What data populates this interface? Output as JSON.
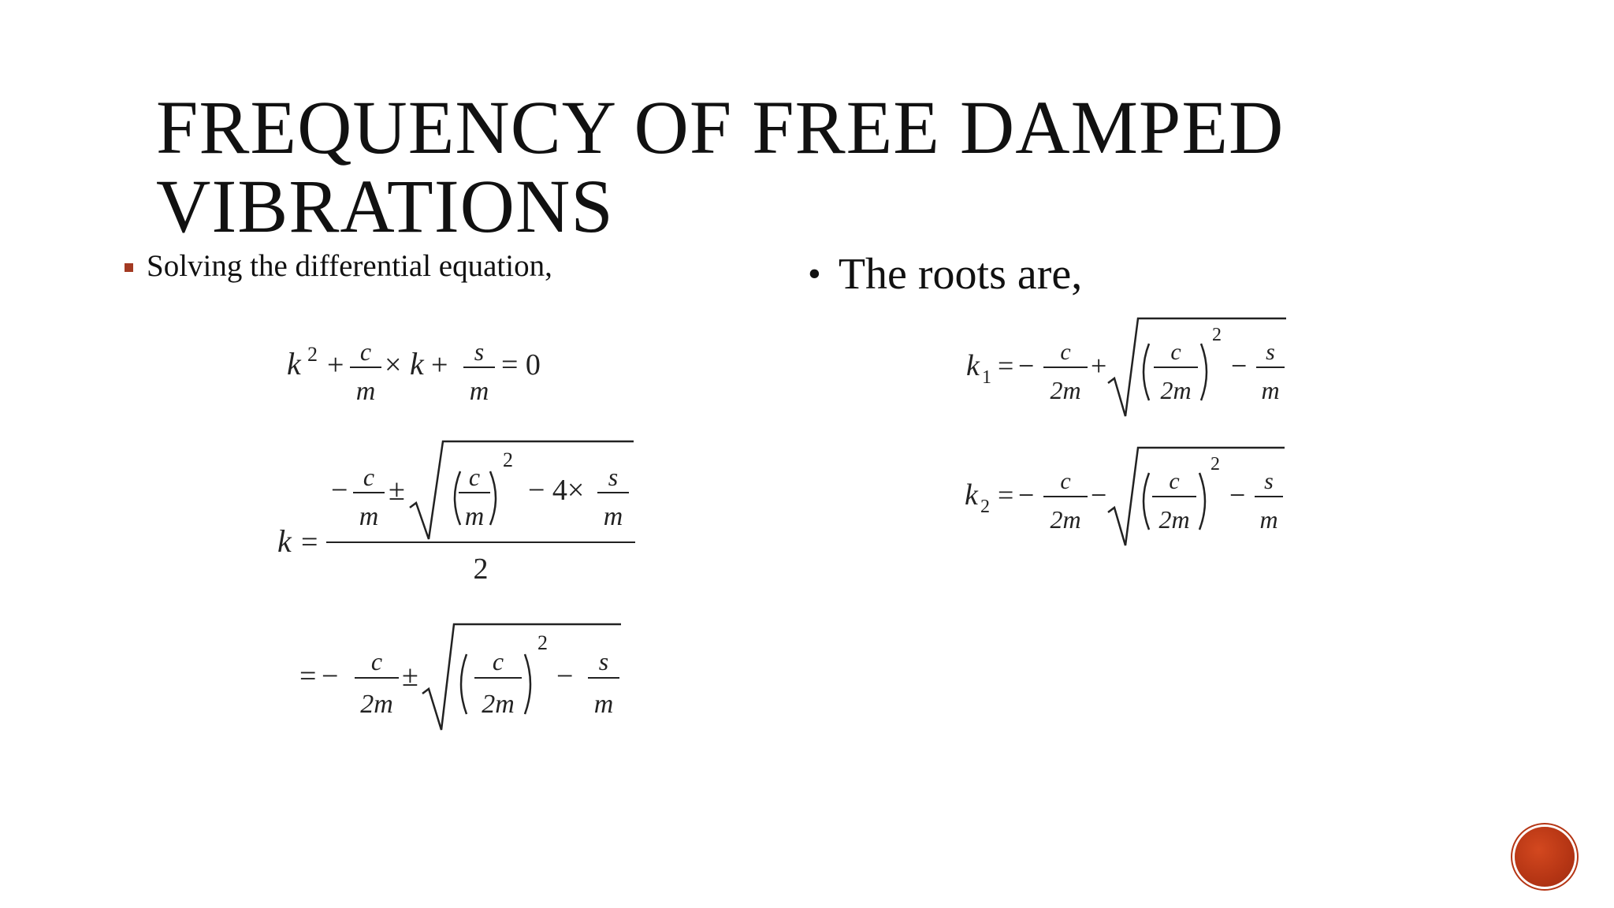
{
  "slide": {
    "title_line1": "FREQUENCY OF FREE DAMPED",
    "title_line2": "VIBRATIONS",
    "left_bullet": "Solving the differential equation,",
    "right_bullet": "The roots are,"
  },
  "equations": {
    "eq1": {
      "k": "k",
      "sq": "2",
      "plus": "+",
      "c": "c",
      "m": "m",
      "times": "×",
      "k2": "k",
      "plus2": "+",
      "s": "s",
      "m2": "m",
      "eqzero": "= 0"
    },
    "eq2": {
      "k": "k",
      "eq": "=",
      "minus": "−",
      "c": "c",
      "m": "m",
      "pm": "±",
      "c2": "c",
      "m2": "m",
      "sq": "2",
      "minus4": "− 4×",
      "s": "s",
      "m3": "m",
      "two": "2"
    },
    "eq3": {
      "eq": "=",
      "minus": "−",
      "c": "c",
      "twom": "2m",
      "pm": "±",
      "c2": "c",
      "twom2": "2m",
      "sq": "2",
      "minus2": "−",
      "s": "s",
      "m": "m"
    },
    "k1": {
      "k": "k",
      "sub": "1",
      "eq": "=",
      "minus": "−",
      "c": "c",
      "twom": "2m",
      "op": "+",
      "c2": "c",
      "twom2": "2m",
      "sq": "2",
      "minus2": "−",
      "s": "s",
      "m": "m"
    },
    "k2": {
      "k": "k",
      "sub": "2",
      "eq": "=",
      "minus": "−",
      "c": "c",
      "twom": "2m",
      "op": "−",
      "c2": "c",
      "twom2": "2m",
      "sq": "2",
      "minus2": "−",
      "s": "s",
      "m": "m"
    }
  },
  "colors": {
    "bullet_marker": "#a33a22",
    "badge": "#b53514"
  }
}
